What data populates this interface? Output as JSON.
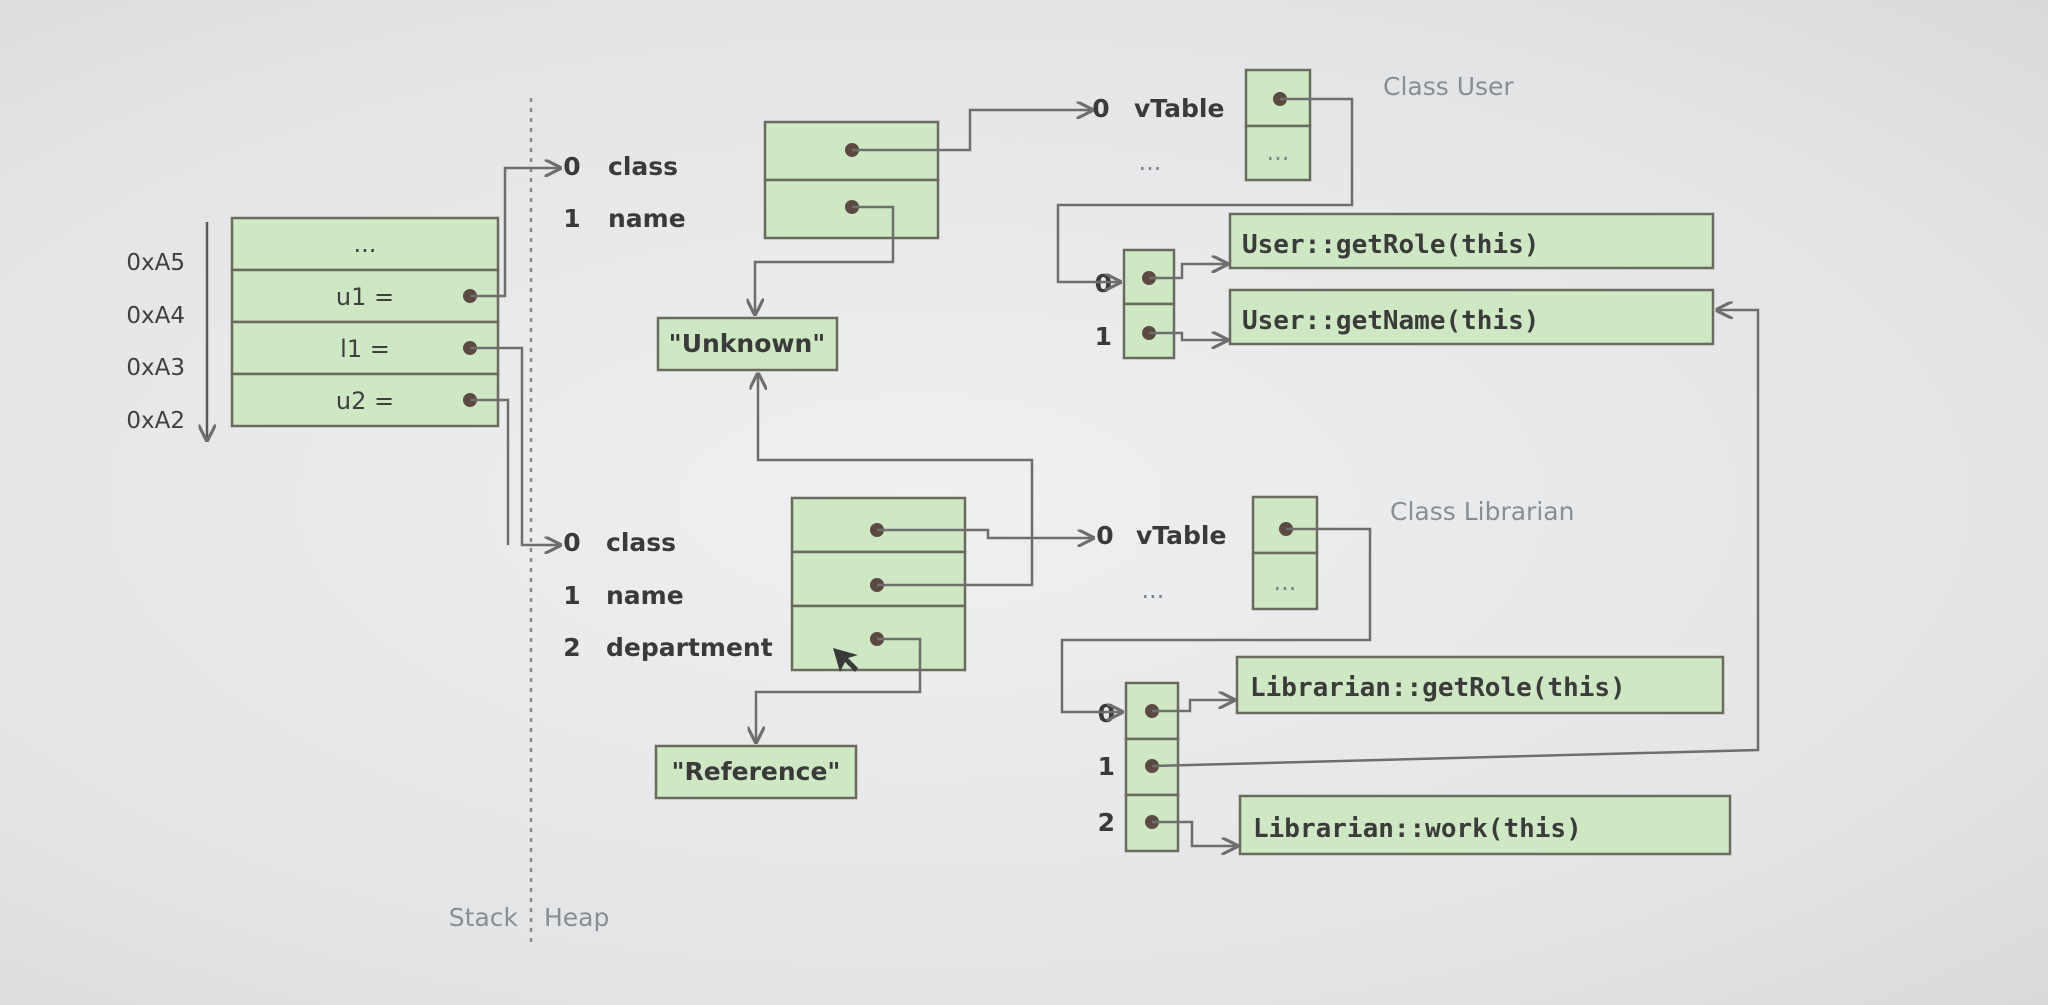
{
  "stack": {
    "addresses": [
      "0xA5",
      "0xA4",
      "0xA3",
      "0xA2"
    ],
    "cells": [
      "...",
      "u1 =",
      "l1 =",
      "u2 ="
    ]
  },
  "divider": {
    "left": "Stack",
    "right": "Heap"
  },
  "user_object": {
    "fields": [
      {
        "idx": "0",
        "name": "class"
      },
      {
        "idx": "1",
        "name": "name"
      }
    ]
  },
  "librarian_object": {
    "fields": [
      {
        "idx": "0",
        "name": "class"
      },
      {
        "idx": "1",
        "name": "name"
      },
      {
        "idx": "2",
        "name": "department"
      }
    ]
  },
  "strings": {
    "unknown": "\"Unknown\"",
    "reference": "\"Reference\""
  },
  "class_user": {
    "title": "Class User",
    "rows": [
      {
        "idx": "0",
        "name": "vTable"
      },
      {
        "idx": "",
        "name": "..."
      }
    ],
    "cell2": "...",
    "vtable": [
      {
        "idx": "0",
        "method": "User::getRole(this)"
      },
      {
        "idx": "1",
        "method": "User::getName(this)"
      }
    ]
  },
  "class_librarian": {
    "title": "Class Librarian",
    "rows": [
      {
        "idx": "0",
        "name": "vTable"
      },
      {
        "idx": "",
        "name": "..."
      }
    ],
    "cell2": "...",
    "vtable": [
      {
        "idx": "0",
        "method": "Librarian::getRole(this)"
      },
      {
        "idx": "1",
        "method": ""
      },
      {
        "idx": "2",
        "method": "Librarian::work(this)"
      }
    ]
  }
}
